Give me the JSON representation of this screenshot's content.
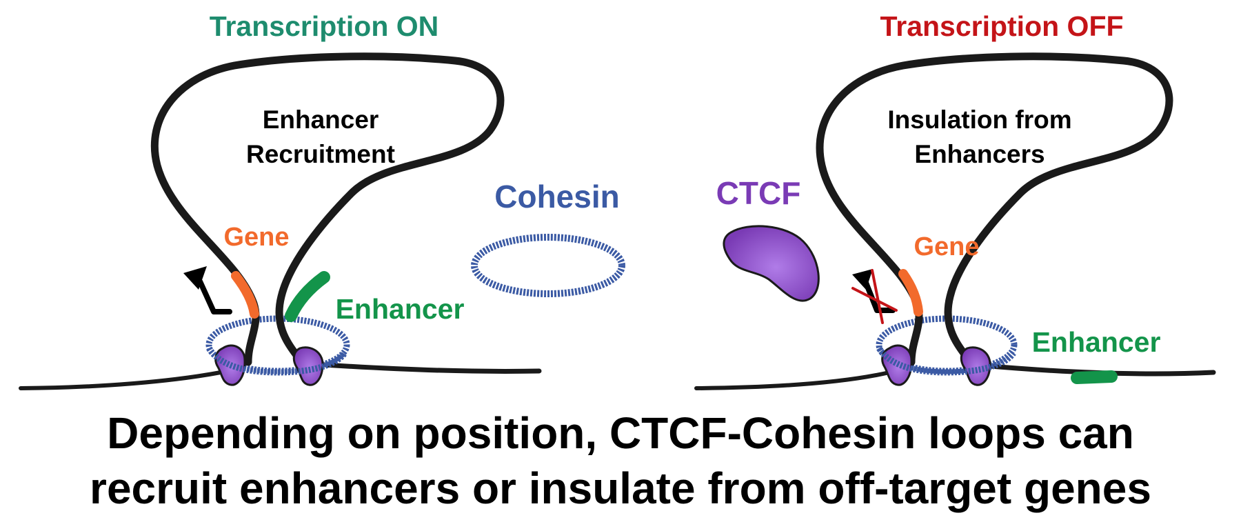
{
  "colors": {
    "on": "#1e8c6e",
    "off": "#c41418",
    "gene": "#f26a2c",
    "enhancer": "#13944a",
    "cohesin": "#3b5aa4",
    "ctcf": "#7a3bb5",
    "ctcf_light": "#a86ee0",
    "dna": "#1a1a1a"
  },
  "left_panel": {
    "status": "Transcription ON",
    "loop_label_line1": "Enhancer",
    "loop_label_line2": "Recruitment",
    "gene_label": "Gene",
    "enhancer_label": "Enhancer"
  },
  "right_panel": {
    "status": "Transcription OFF",
    "loop_label_line1": "Insulation from",
    "loop_label_line2": "Enhancers",
    "gene_label": "Gene",
    "enhancer_label": "Enhancer"
  },
  "legend": {
    "cohesin_label": "Cohesin",
    "ctcf_label": "CTCF"
  },
  "caption": {
    "line1": "Depending on position, CTCF-Cohesin loops can",
    "line2": "recruit enhancers or insulate from off-target genes"
  }
}
